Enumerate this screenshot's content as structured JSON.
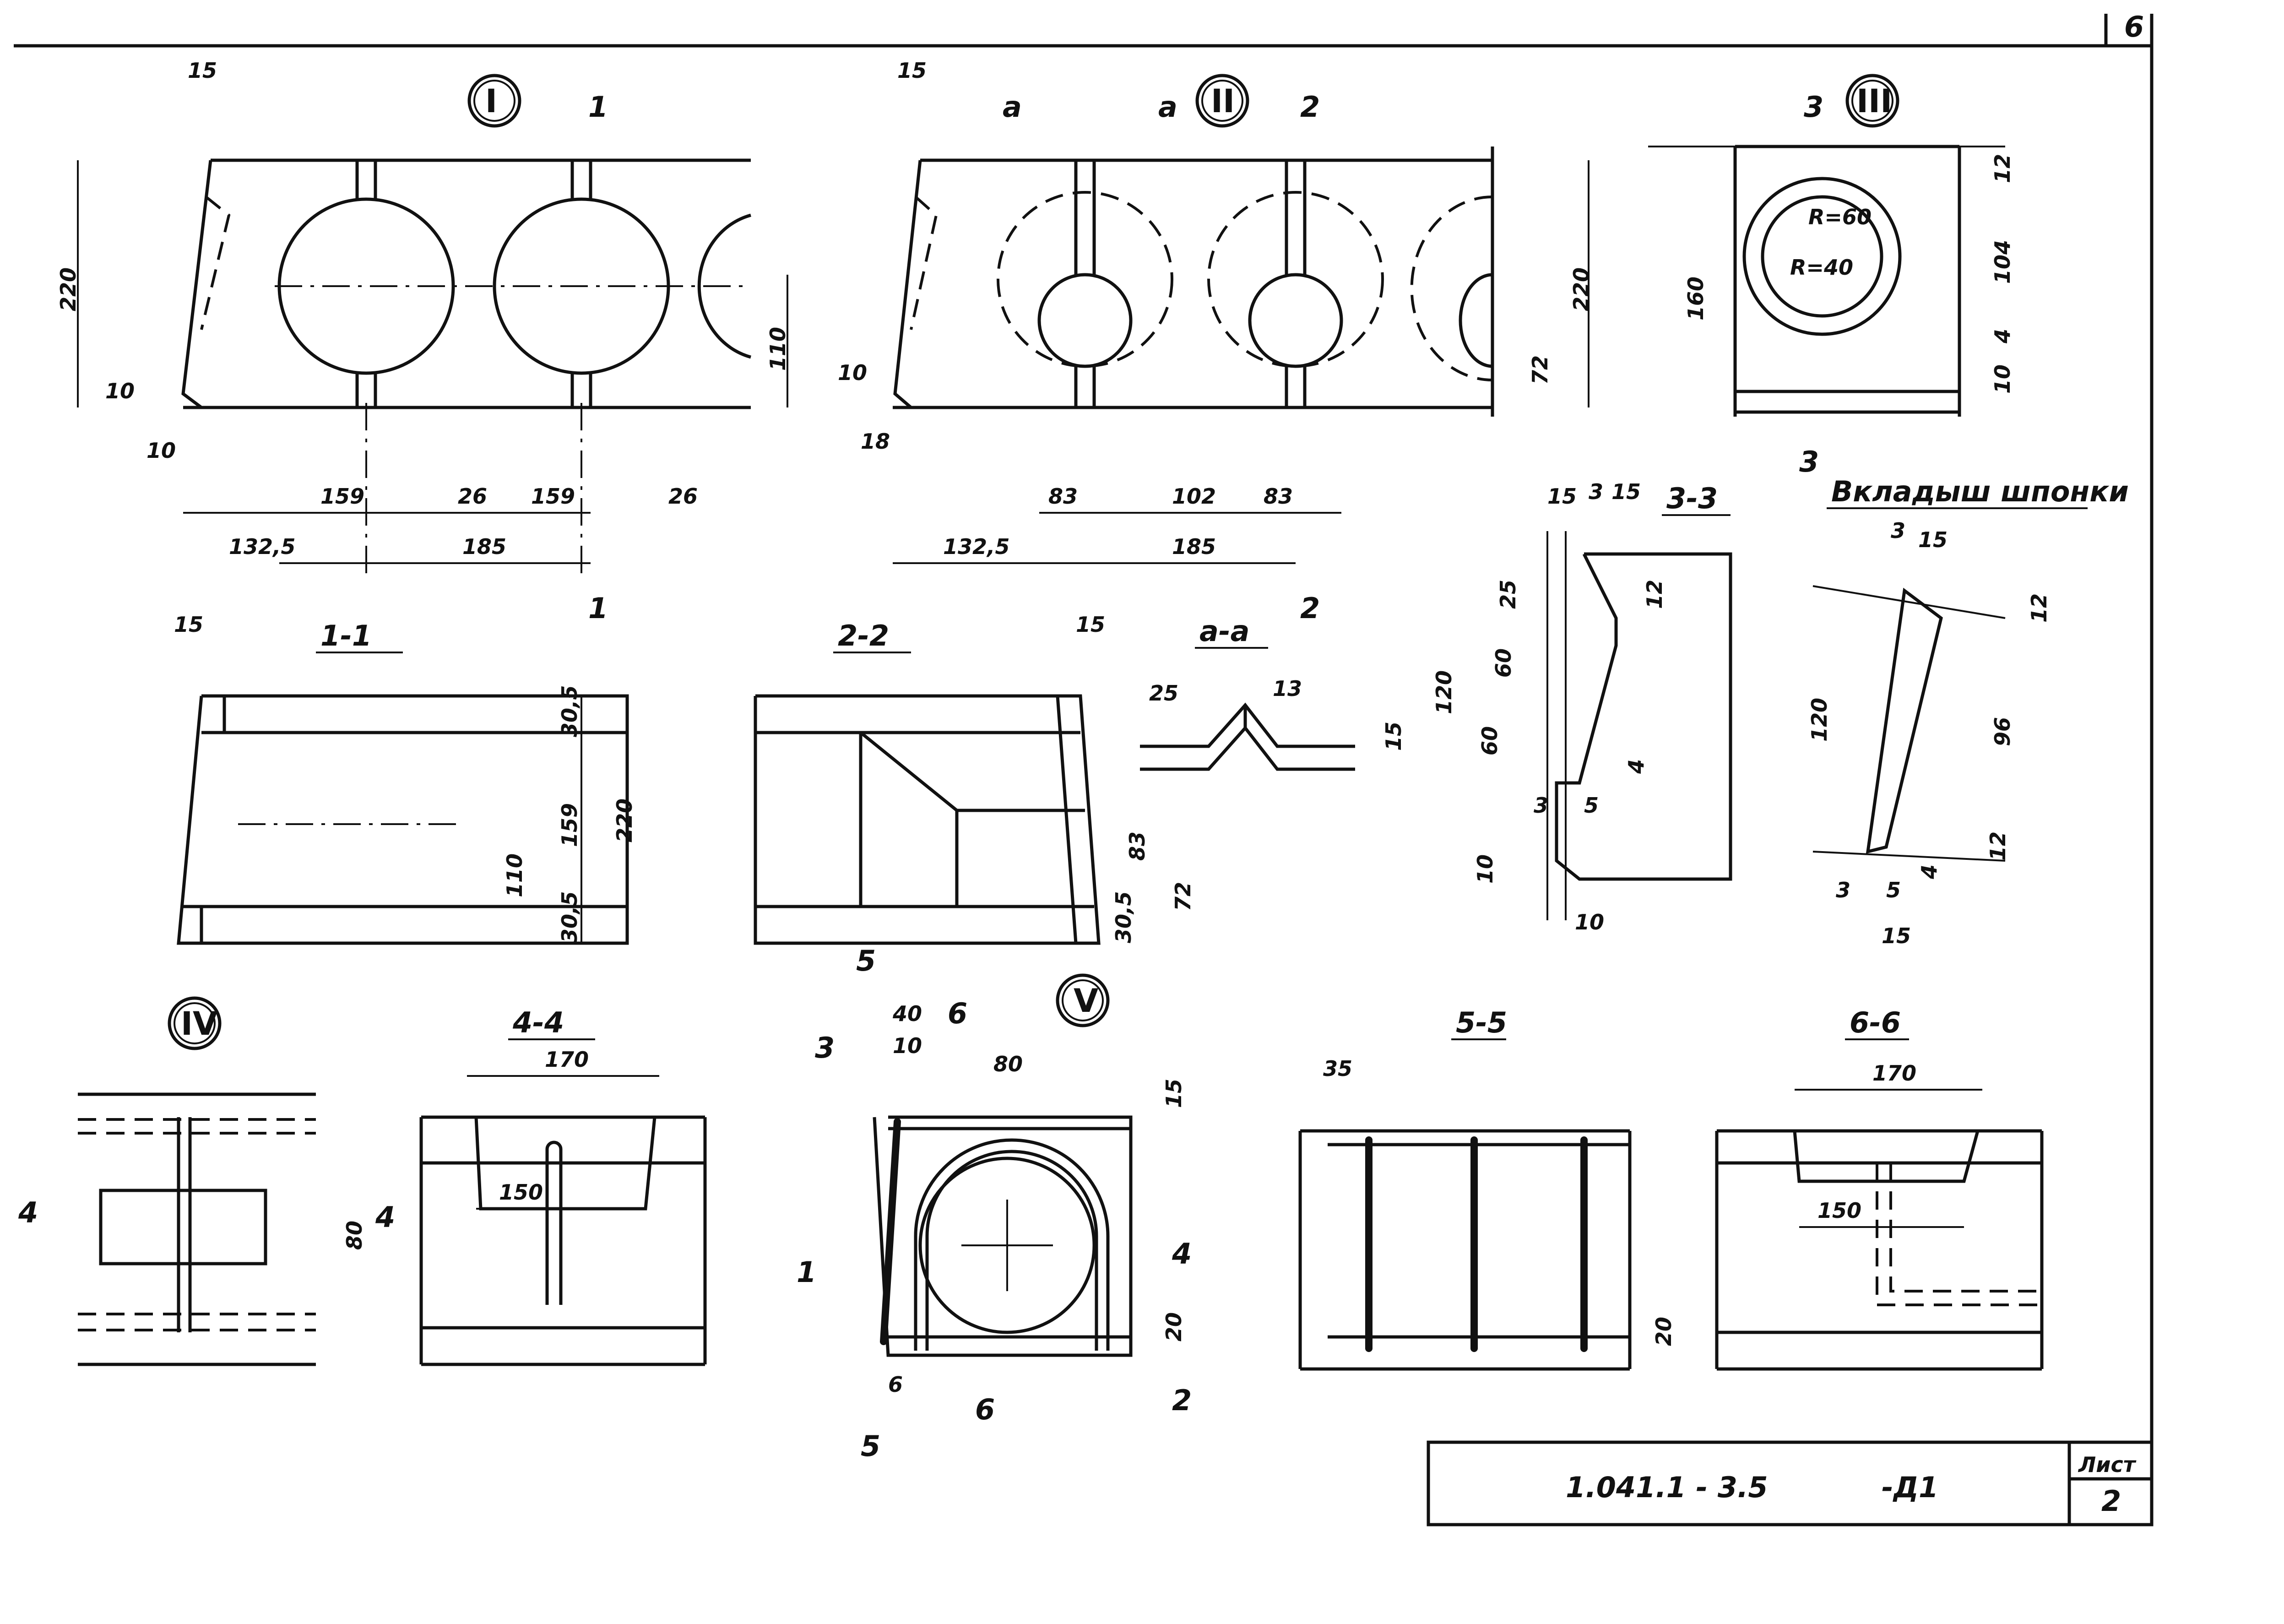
{
  "sheet": {
    "doc_code": "1.041.1 - 3.5",
    "doc_suffix": "-Д1",
    "list_label": "Лист",
    "list_number": "2",
    "corner_mark": "6"
  },
  "views": {
    "I": {
      "mark": "I",
      "dims": [
        "15",
        "1",
        "220",
        "10",
        "10",
        "110",
        "159",
        "26",
        "159",
        "26",
        "132,5",
        "185"
      ]
    },
    "II": {
      "mark": "II",
      "dims": [
        "15",
        "а",
        "а",
        "2",
        "10",
        "18",
        "220",
        "72",
        "83",
        "102",
        "83",
        "132,5",
        "185"
      ]
    },
    "III": {
      "mark": "III",
      "dims": [
        "3",
        "3",
        "12",
        "104",
        "10",
        "4",
        "160",
        "R=60",
        "R=40"
      ]
    },
    "IV": {
      "mark": "IV",
      "dims": [
        "4",
        "4",
        "80"
      ]
    },
    "V": {
      "mark": "V",
      "dims": [
        "40",
        "10",
        "6",
        "80",
        "15",
        "3",
        "1",
        "4",
        "20",
        "2",
        "6",
        "5",
        "6"
      ]
    }
  },
  "sections": {
    "s1": {
      "title": "1-1",
      "dims": [
        "15",
        "1",
        "30,5",
        "159",
        "220",
        "110",
        "30,5"
      ]
    },
    "s2": {
      "title": "2-2",
      "dims": [
        "15",
        "83",
        "72",
        "30,5",
        "5"
      ]
    },
    "sa": {
      "title": "а-а",
      "dims": [
        "2",
        "25",
        "13",
        "15"
      ]
    },
    "s3": {
      "title": "3-3",
      "dims": [
        "15",
        "3",
        "15",
        "25",
        "120",
        "60",
        "60",
        "12",
        "4",
        "3",
        "5",
        "10",
        "10"
      ]
    },
    "s4": {
      "title": "4-4",
      "dims": [
        "170",
        "150"
      ]
    },
    "s5": {
      "title": "5-5",
      "dims": [
        "35",
        "20"
      ]
    },
    "s6": {
      "title": "6-6",
      "dims": [
        "170",
        "150"
      ]
    },
    "insert": {
      "title": "Вкладыш шпонки",
      "dims": [
        "3",
        "15",
        "12",
        "120",
        "96",
        "3",
        "5",
        "4",
        "12",
        "15"
      ]
    }
  }
}
